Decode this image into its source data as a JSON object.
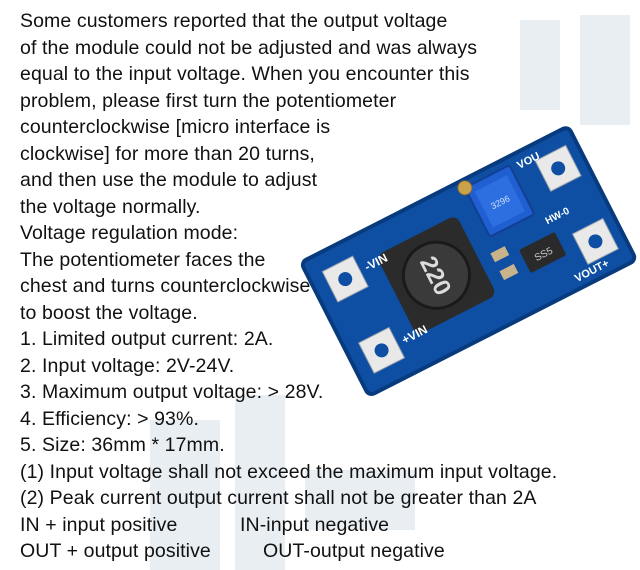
{
  "paragraph_lines": [
    "Some customers reported that the output voltage",
    "of the module could not be adjusted and was always",
    "equal to the input voltage. When you encounter this",
    "problem, please first turn the potentiometer",
    "counterclockwise [micro interface is",
    "clockwise] for more than 20 turns,",
    "and then use the module to adjust",
    "the voltage normally.",
    "Voltage regulation mode:",
    "The potentiometer faces the",
    "chest and turns counterclockwise",
    "to boost the voltage."
  ],
  "spec_lines": [
    "1. Limited output current: 2A.",
    "2. Input voltage: 2V-24V.",
    "3. Maximum output voltage: > 28V.",
    "4. Efficiency: > 93%.",
    "5. Size: 36mm * 17mm."
  ],
  "note_lines": [
    "(1) Input voltage shall not exceed the maximum input voltage.",
    "(2) Peak current output current shall not be greater than 2A"
  ],
  "pin_rows": [
    {
      "left": "IN + input positive",
      "right": "IN-input negative"
    },
    {
      "left": "OUT + output positive",
      "right": "OUT-output negative"
    }
  ],
  "board": {
    "inductor_label": "220",
    "pin_vin_minus": "-VIN",
    "pin_vin_plus": "+VIN",
    "pin_vout_plus": "VOUT+",
    "pin_vout_minus": "VOU",
    "model_label": "HW-0",
    "chip_label": "SS5",
    "trimmer_label": "3296",
    "colors": {
      "pcb": "#0e4fa3",
      "pcb_edge": "#073b7d",
      "trimmer": "#1f5fd1",
      "inductor": "#2b2b2b",
      "pad": "#e9e9e9"
    }
  },
  "watermark_color": "#e9eef3"
}
